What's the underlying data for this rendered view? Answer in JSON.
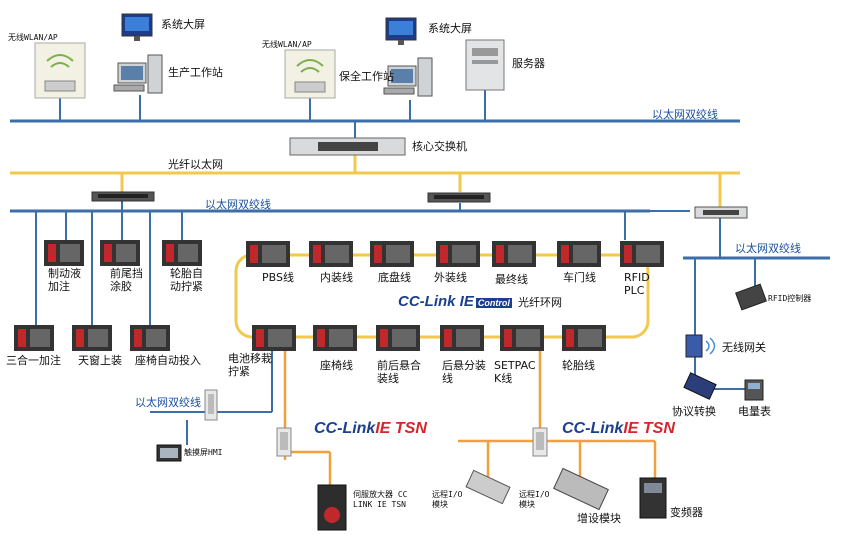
{
  "top": {
    "wlan1": "无线WLAN/AP",
    "wlan2": "无线WLAN/AP",
    "screen1": "系统大屏",
    "screen2": "系统大屏",
    "prod_ws": "生产工作站",
    "sec_ws": "保全工作站",
    "server": "服务器",
    "eth_top": "以太网双绞线",
    "core_switch": "核心交换机",
    "fiber": "光纤以太网"
  },
  "mid": {
    "eth_mid": "以太网双绞线",
    "eth_right": "以太网双绞线",
    "left_plcs": [
      "制动液\n加注",
      "前尾挡\n涂胶",
      "轮胎自\n动拧紧"
    ],
    "bottom_left": [
      "三合一加注",
      "天窗上装",
      "座椅自动投入"
    ],
    "ring_top": [
      "PBS线",
      "内装线",
      "底盘线",
      "外装线",
      "最终线",
      "车门线"
    ],
    "rfid_plc": "RFID\nPLC",
    "ring_bottom": [
      "电池移栽\n拧紧",
      "座椅线",
      "前后悬合\n装线",
      "后悬分装\n线",
      "SETPAC\nK线",
      "轮胎线"
    ],
    "cc_control_text": "CC-Link IE",
    "cc_control_box": "Control",
    "fiber_ring": "光纤环网"
  },
  "right": {
    "rfid_ctrl": "RFID控制器",
    "wireless_gw": "无线网关",
    "protocol": "协议转换",
    "meter": "电量表"
  },
  "bottom": {
    "eth_low": "以太网双绞线",
    "hmi": "触摸屏HMI",
    "tsn1_a": "CC-Link",
    "tsn1_b": "IE TSN",
    "tsn2_a": "CC-Link",
    "tsn2_b": "IE TSN",
    "servo": "伺服放大器 CC\nLINK IE TSN",
    "rio1": "远程I/O\n模块",
    "rio2": "远程I/O\n模块",
    "ext": "增设模块",
    "vfd": "变频器"
  },
  "colors": {
    "ethernet": "#3c6ea8",
    "fiber": "#f2c94c",
    "tsn": "#f0a03c"
  }
}
